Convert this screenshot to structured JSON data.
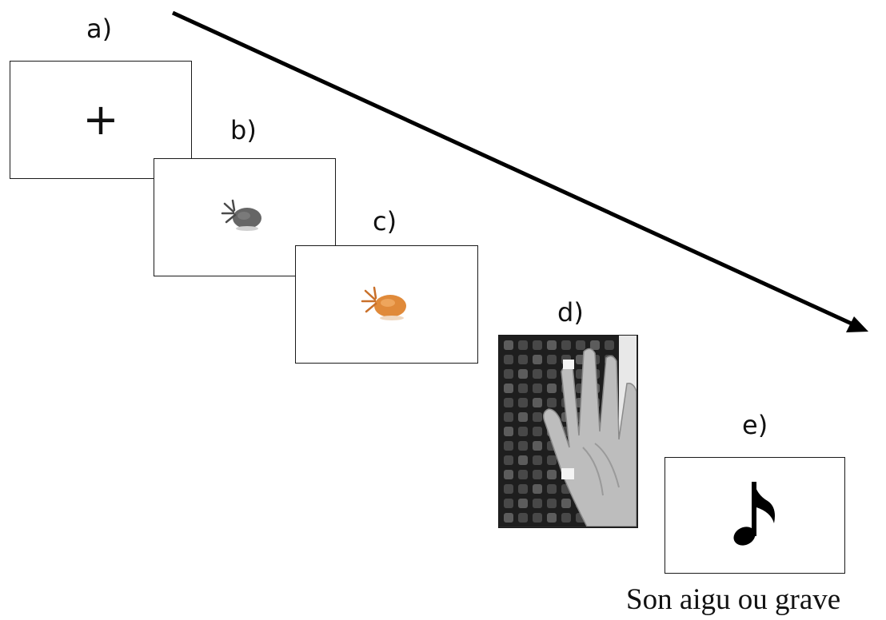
{
  "steps": [
    {
      "label": "a)",
      "content": "+"
    },
    {
      "label": "b)",
      "icon": "gray-strawberry-icon"
    },
    {
      "label": "c)",
      "icon": "orange-strawberry-icon"
    },
    {
      "label": "d)",
      "icon": "hand-on-keyboard-photo"
    },
    {
      "label": "e)",
      "icon": "music-note-icon"
    }
  ],
  "caption": "Son aigu ou grave",
  "colors": {
    "stimulus_gray": "#6e6e6e",
    "stimulus_orange": "#e08a3a",
    "line": "#000000"
  }
}
